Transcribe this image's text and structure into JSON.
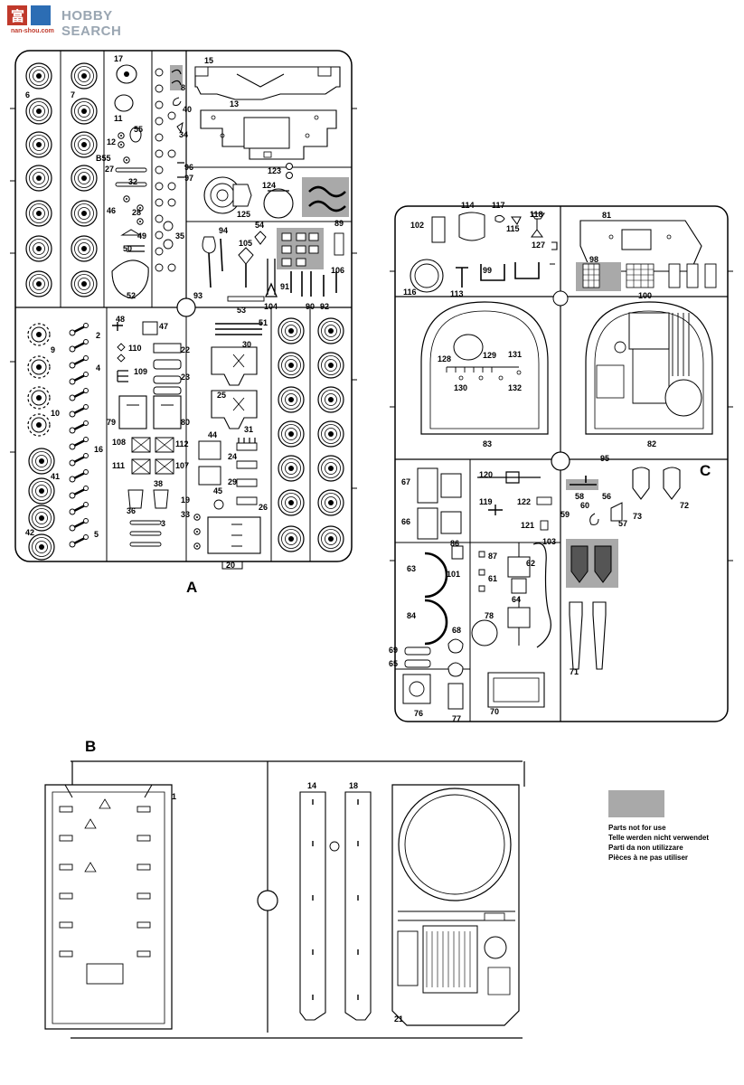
{
  "watermark": {
    "brand": "HOBBY SEARCH",
    "logo_text": "富",
    "url": "nan-shou.com"
  },
  "sprues": {
    "a": "A",
    "b": "B",
    "c": "C"
  },
  "legend": {
    "lines": [
      "Parts not for use",
      "Telle werden nicht verwendet",
      "Parti da non utilizzare",
      "Pièces à ne pas utiliser"
    ]
  },
  "labels_a": [
    "6",
    "7",
    "17",
    "11",
    "8",
    "15",
    "13",
    "40",
    "34",
    "12",
    "55",
    "B55",
    "96",
    "97",
    "27",
    "32",
    "123",
    "124",
    "46",
    "28",
    "125",
    "49",
    "50",
    "35",
    "54",
    "94",
    "105",
    "52",
    "93",
    "53",
    "104",
    "91",
    "90",
    "92",
    "106",
    "89",
    "48",
    "47",
    "2",
    "110",
    "22",
    "30",
    "4",
    "109",
    "23",
    "9",
    "51",
    "79",
    "80",
    "10",
    "25",
    "108",
    "112",
    "44",
    "31",
    "111",
    "107",
    "24",
    "29",
    "41",
    "16",
    "38",
    "36",
    "19",
    "45",
    "33",
    "26",
    "3",
    "5",
    "42",
    "20"
  ],
  "labels_c": [
    "114",
    "117",
    "102",
    "115",
    "118",
    "81",
    "127",
    "99",
    "98",
    "100",
    "116",
    "113",
    "128",
    "129",
    "131",
    "130",
    "132",
    "83",
    "82",
    "95",
    "120",
    "58",
    "56",
    "67",
    "119",
    "122",
    "73",
    "72",
    "60",
    "59",
    "57",
    "121",
    "66",
    "86",
    "103",
    "87",
    "62",
    "63",
    "101",
    "61",
    "64",
    "84",
    "78",
    "68",
    "69",
    "65",
    "76",
    "77",
    "70",
    "71"
  ],
  "labels_b": [
    "1",
    "14",
    "18",
    "21"
  ]
}
